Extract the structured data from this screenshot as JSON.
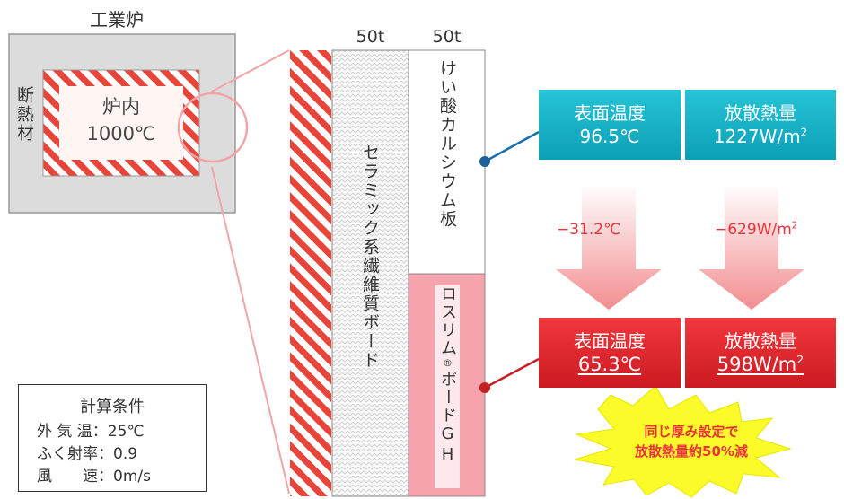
{
  "furnace": {
    "title": "工業炉",
    "insulation_label": "断熱材",
    "inside_label": "炉内",
    "inside_temp": "1000℃"
  },
  "section": {
    "thickness_left": "50t",
    "thickness_right": "50t",
    "ceramic_board": "セラミック系繊維質ボード",
    "calcium_board": "けい酸カルシウム板",
    "rosulim_board_a": "ロスリム",
    "rosulim_mark": "®",
    "rosulim_board_b": "ボードGH"
  },
  "before": {
    "temp_label": "表面温度",
    "temp_value": "96.5℃",
    "heat_label": "放散熱量",
    "heat_value": "1227W/m",
    "heat_sup": "2"
  },
  "diff": {
    "temp": "−31.2℃",
    "heat": "−629W/m",
    "heat_sup": "2"
  },
  "after": {
    "temp_label": "表面温度",
    "temp_value": "65.3℃",
    "heat_label": "放散熱量",
    "heat_value": "598W/m",
    "heat_sup": "2"
  },
  "burst": {
    "line1": "同じ厚み設定で",
    "line2": "放散熱量約50%減"
  },
  "conditions": {
    "title": "計算条件",
    "rows": [
      "外 気 温：25℃",
      "ふく射率：0.9",
      "風　　速：0m/s"
    ]
  },
  "colors": {
    "cyan": "#12abc0",
    "red": "#e2262c",
    "pink_panel": "#f7a3ad",
    "stripe": "#e8453a"
  }
}
